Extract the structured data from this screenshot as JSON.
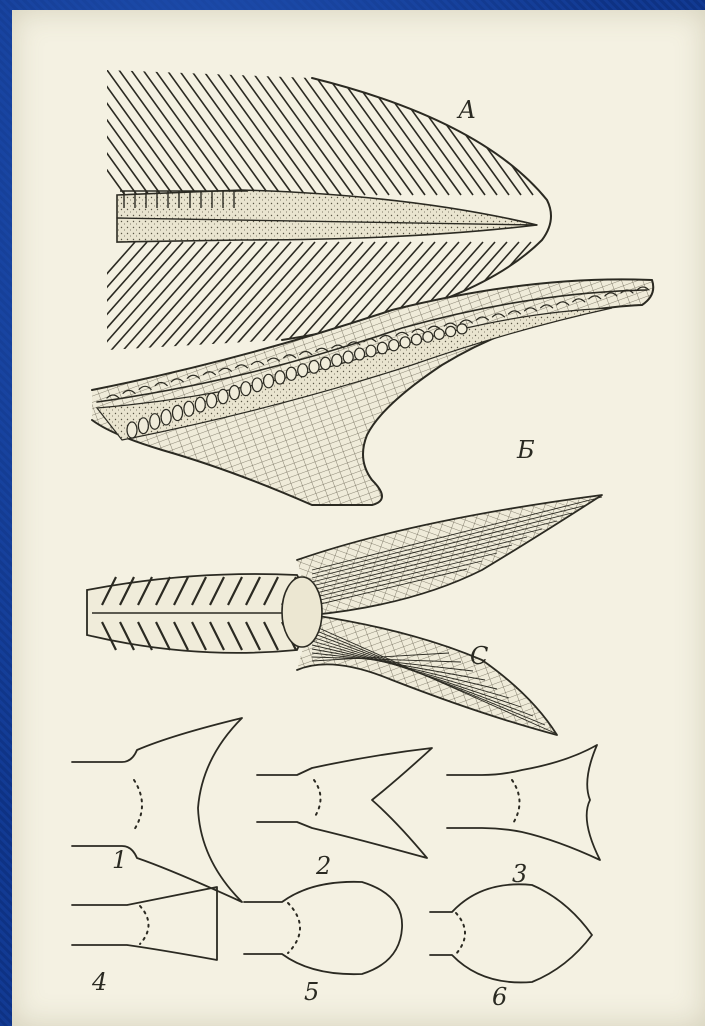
{
  "figure": {
    "panel_labels": {
      "a": "А",
      "b": "Б",
      "c": "С"
    },
    "tail_numbers": [
      "1",
      "2",
      "3",
      "4",
      "5",
      "6"
    ]
  },
  "colors": {
    "background": "#0f3388",
    "paper": "#f4f1e2",
    "ink": "#2b2a22"
  }
}
